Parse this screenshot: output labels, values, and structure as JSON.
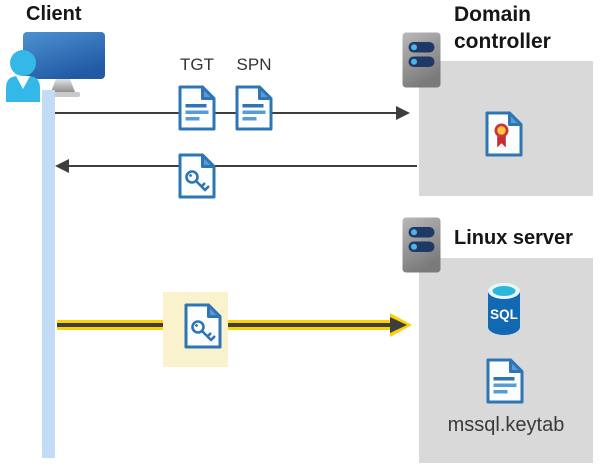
{
  "client": {
    "label": "Client"
  },
  "tickets": {
    "tgt": "TGT",
    "spn": "SPN"
  },
  "domain_controller": {
    "title": "Domain controller"
  },
  "linux_server": {
    "title": "Linux server",
    "sql_badge": "SQL",
    "keytab_file": "mssql.keytab"
  },
  "colors": {
    "box_gray": "#D9D9D9",
    "lifeline_blue": "#C3DCF6",
    "doc_blue": "#2E75B6",
    "doc_blue_light": "#5B9BD5",
    "arrow_gray": "#3E3E3E",
    "accent_yellow": "#FFD100",
    "highlight_yellow": "#FAF2CC",
    "server_bar_navy": "#1F3864",
    "server_dot_blue": "#4FB3E8",
    "sql_body_blue": "#1368B4",
    "sql_top_cyan": "#29B7DC",
    "cert_red": "#D13438",
    "cert_gold": "#FFC83D",
    "person_cyan": "#33B8E8"
  }
}
